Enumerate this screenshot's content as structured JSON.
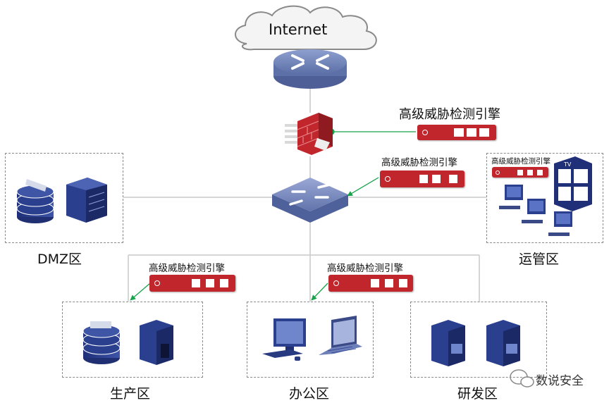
{
  "labels": {
    "internet": "Internet",
    "engine": "高级威胁检测引擎",
    "dmz": "DMZ区",
    "ops": "运管区",
    "production": "生产区",
    "office": "办公区",
    "rnd": "研发区",
    "watermark": "数说安全"
  },
  "colors": {
    "engine_red": "#c0262c",
    "link_green": "#17a34a",
    "server_blue": "#2b3f8f",
    "zone_border": "#8a8a8a"
  },
  "icons": [
    "cloud-icon",
    "router-icon",
    "firewall-icon",
    "switch-icon",
    "storage-icon",
    "server-icon",
    "desktop-icon",
    "laptop-icon",
    "video-wall-icon",
    "wechat-icon"
  ]
}
